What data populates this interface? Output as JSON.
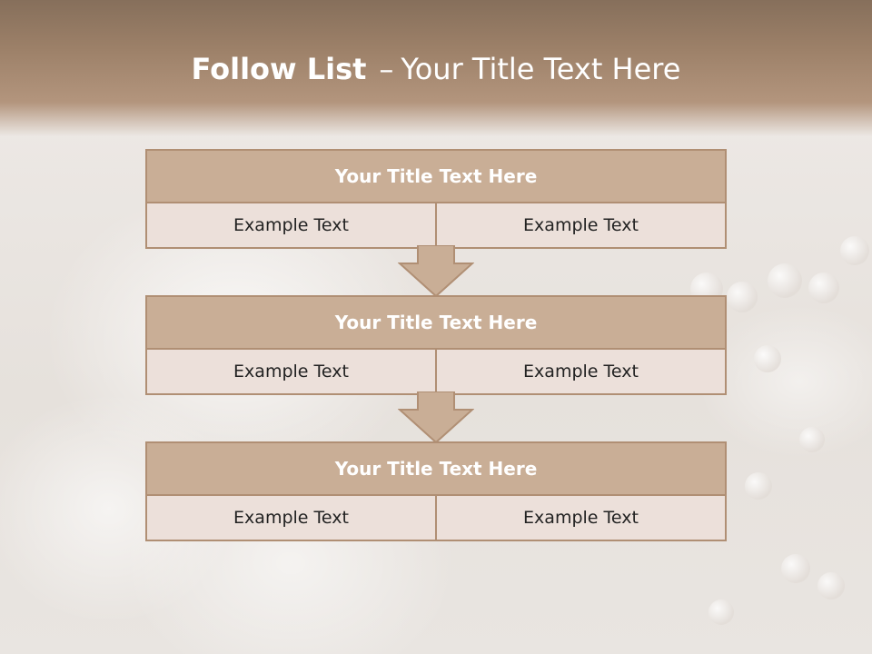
{
  "slide": {
    "title_bold": "Follow List",
    "title_sep": "–",
    "title_rest": "Your Title Text Here"
  },
  "blocks": [
    {
      "title": "Your Title Text Here",
      "left": "Example Text",
      "right": "Example Text"
    },
    {
      "title": "Your Title Text Here",
      "left": "Example Text",
      "right": "Example Text"
    },
    {
      "title": "Your Title Text Here",
      "left": "Example Text",
      "right": "Example Text"
    }
  ],
  "colors": {
    "header": "#9c8068",
    "block_fill": "#c9ae96",
    "cell_fill": "#ece0da",
    "border": "#b08f74"
  }
}
